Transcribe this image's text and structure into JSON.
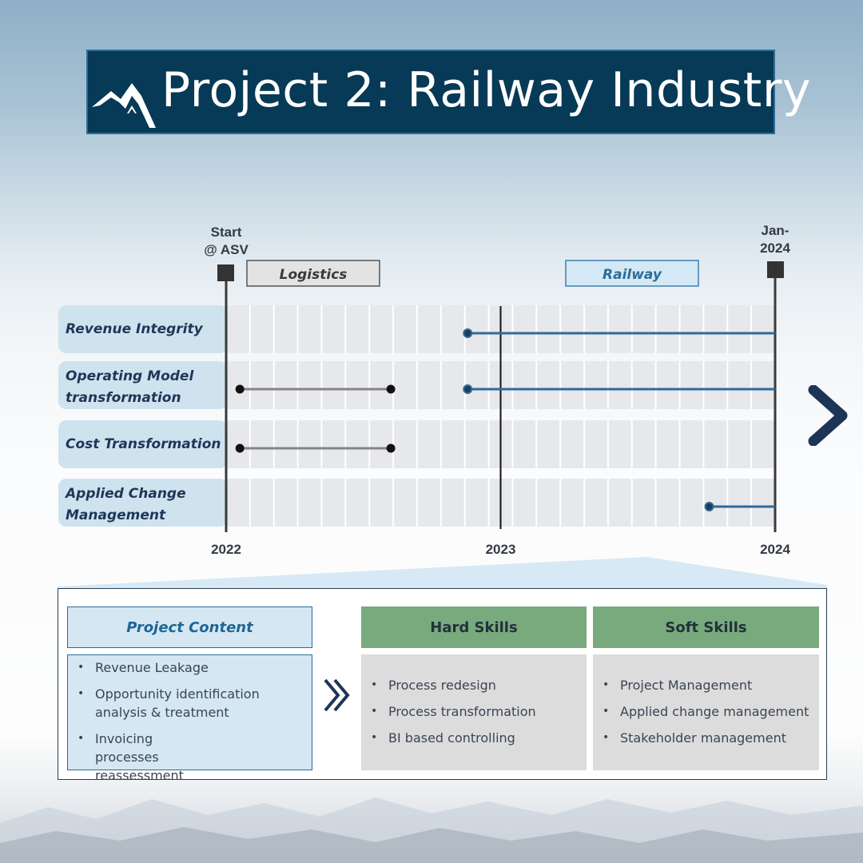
{
  "title": "Project 2: Railway Industry",
  "logo_icon": "mountain-logo-icon",
  "timeline": {
    "start_label": [
      "Start",
      "@ ASV"
    ],
    "end_label": [
      "Jan-",
      "2024"
    ],
    "phases": [
      {
        "label": "Logistics",
        "fill": "#e3e3e3",
        "stroke": "#555555",
        "text_color": "#3a3a3a"
      },
      {
        "label": "Railway",
        "fill": "#d4e9f5",
        "stroke": "#3d7fae",
        "text_color": "#2d6d98"
      }
    ],
    "axis": {
      "ticks": [
        "2022",
        "2023",
        "2024"
      ],
      "range": [
        2022.0,
        2024.0
      ]
    },
    "rows": [
      {
        "label": [
          "Revenue Integrity"
        ],
        "bars": [
          {
            "from": 2022.88,
            "to": 2024.0,
            "color": "#2f6a9a"
          }
        ]
      },
      {
        "label": [
          "Operating Model",
          "transformation"
        ],
        "bars": [
          {
            "from": 2022.05,
            "to": 2022.6,
            "color": "#858585"
          },
          {
            "from": 2022.88,
            "to": 2024.0,
            "color": "#2f6a9a"
          }
        ]
      },
      {
        "label": [
          "Cost Transformation"
        ],
        "bars": [
          {
            "from": 2022.05,
            "to": 2022.6,
            "color": "#858585"
          }
        ]
      },
      {
        "label": [
          "Applied Change",
          "Management"
        ],
        "bars": [
          {
            "from": 2023.76,
            "to": 2024.0,
            "color": "#2f6a9a"
          }
        ]
      }
    ]
  },
  "project_content": {
    "heading": "Project Content",
    "items": [
      "Revenue Leakage",
      "Opportunity identification analysis & treatment",
      "Invoicing processes reassessment"
    ]
  },
  "hard_skills": {
    "heading": "Hard Skills",
    "items": [
      "Process redesign",
      "Process transformation",
      "BI based controlling"
    ]
  },
  "soft_skills": {
    "heading": "Soft Skills",
    "items": [
      "Project Management",
      "Applied change management",
      "Stakeholder management"
    ]
  },
  "next_icon": "chevron-right-icon",
  "colors": {
    "navy": "#063a56",
    "accent_blue": "#2f6a9a",
    "green": "#79aa7d"
  }
}
